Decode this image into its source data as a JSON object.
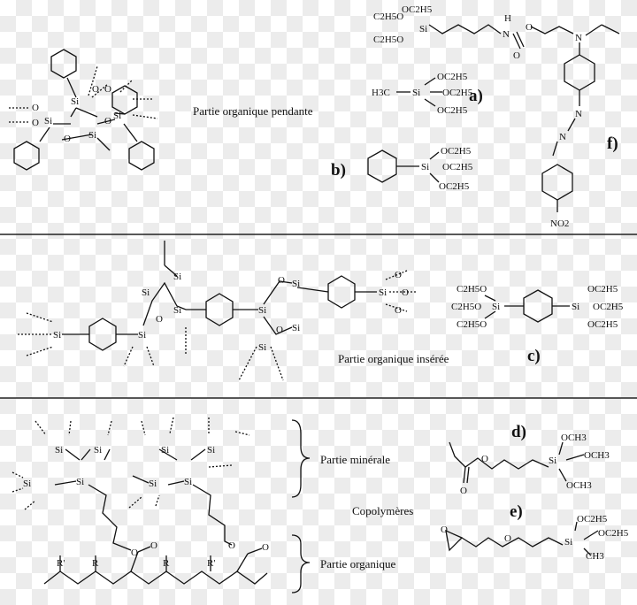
{
  "labels": {
    "pendante": "Partie organique pendante",
    "inseree": "Partie organique insérée",
    "minerale": "Partie minérale",
    "copolymeres": "Copolymères",
    "organique": "Partie organique"
  },
  "letters": {
    "a": "a)",
    "b": "b)",
    "c": "c)",
    "d": "d)",
    "e": "e)",
    "f": "f)"
  },
  "atoms": {
    "si": "Si",
    "o": "O",
    "h": "H",
    "n": "N",
    "r": "R",
    "r_prime": "R'",
    "oc2h5": "OC2H5",
    "c2h5o": "C2H5O",
    "och3": "OCH3",
    "ch3": "CH3",
    "h3c": "H3C",
    "no2": "NO2"
  }
}
